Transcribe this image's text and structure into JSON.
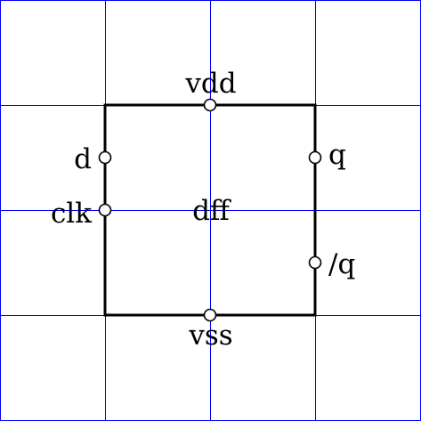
{
  "grid": {
    "color": "#0000ff",
    "visible": true
  },
  "block": {
    "name": "dff",
    "outline_color": "#000000"
  },
  "pins": {
    "top": "vdd",
    "bottom": "vss",
    "left_upper": "d",
    "left_lower": "clk",
    "right_upper": "q",
    "right_lower": "/q"
  }
}
